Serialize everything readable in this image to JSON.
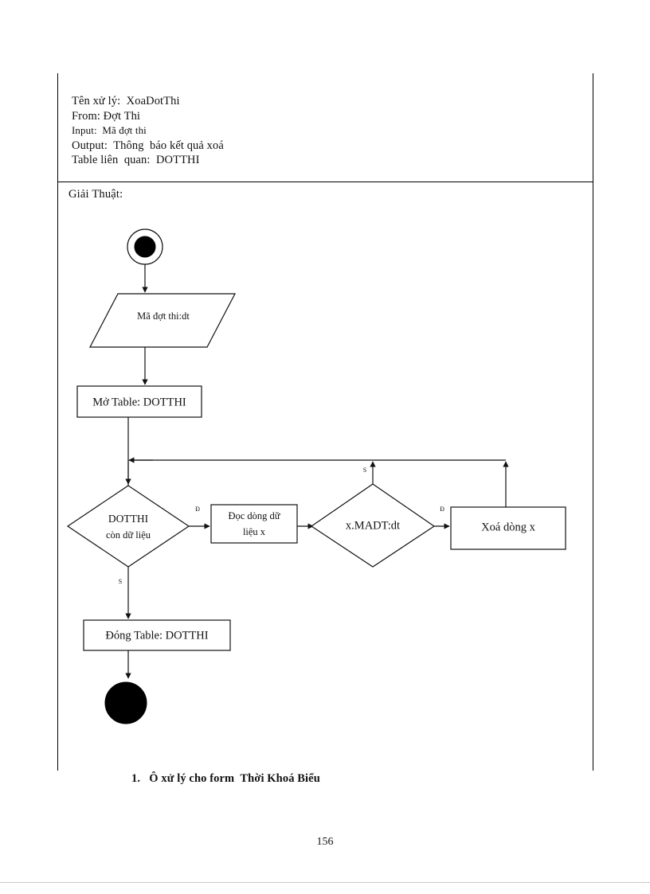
{
  "document": {
    "page_number": "156"
  },
  "header": {
    "lines": [
      "Tên xử lý:  XoaDotThi",
      "From: Đợt Thi",
      "Input:  Mã đợt thi",
      "Output:  Thông  báo kết quả xoá",
      "Table liên  quan:  DOTTHI"
    ],
    "algorithm_label": "Giải  Thuật:"
  },
  "flowchart": {
    "nodes": [
      {
        "id": "start",
        "type": "start-node",
        "label": ""
      },
      {
        "id": "input",
        "type": "input-shape",
        "label": "Mã đợt thi:dt"
      },
      {
        "id": "open",
        "type": "process-box",
        "label": "Mở Table:  DOTTHI"
      },
      {
        "id": "loop",
        "type": "decision",
        "label_line1": "DOTTHI",
        "label_line2": "còn dữ liệu"
      },
      {
        "id": "read",
        "type": "process-box",
        "label_line1": "Đọc dòng dữ",
        "label_line2": "liệu x"
      },
      {
        "id": "compare",
        "type": "decision",
        "label": "x.MADT:dt"
      },
      {
        "id": "delete",
        "type": "process-box",
        "label": "Xoá dòng x"
      },
      {
        "id": "close",
        "type": "process-box",
        "label": "Đóng Table: DOTTHI"
      },
      {
        "id": "end",
        "type": "end-node",
        "label": ""
      }
    ],
    "edge_labels": {
      "loop_true": "Đ",
      "loop_false": "S",
      "compare_true": "Đ",
      "compare_false": "S"
    }
  },
  "footer": {
    "item_text": "1.   Ô xử lý cho form  Thời Khoá Biểu"
  }
}
